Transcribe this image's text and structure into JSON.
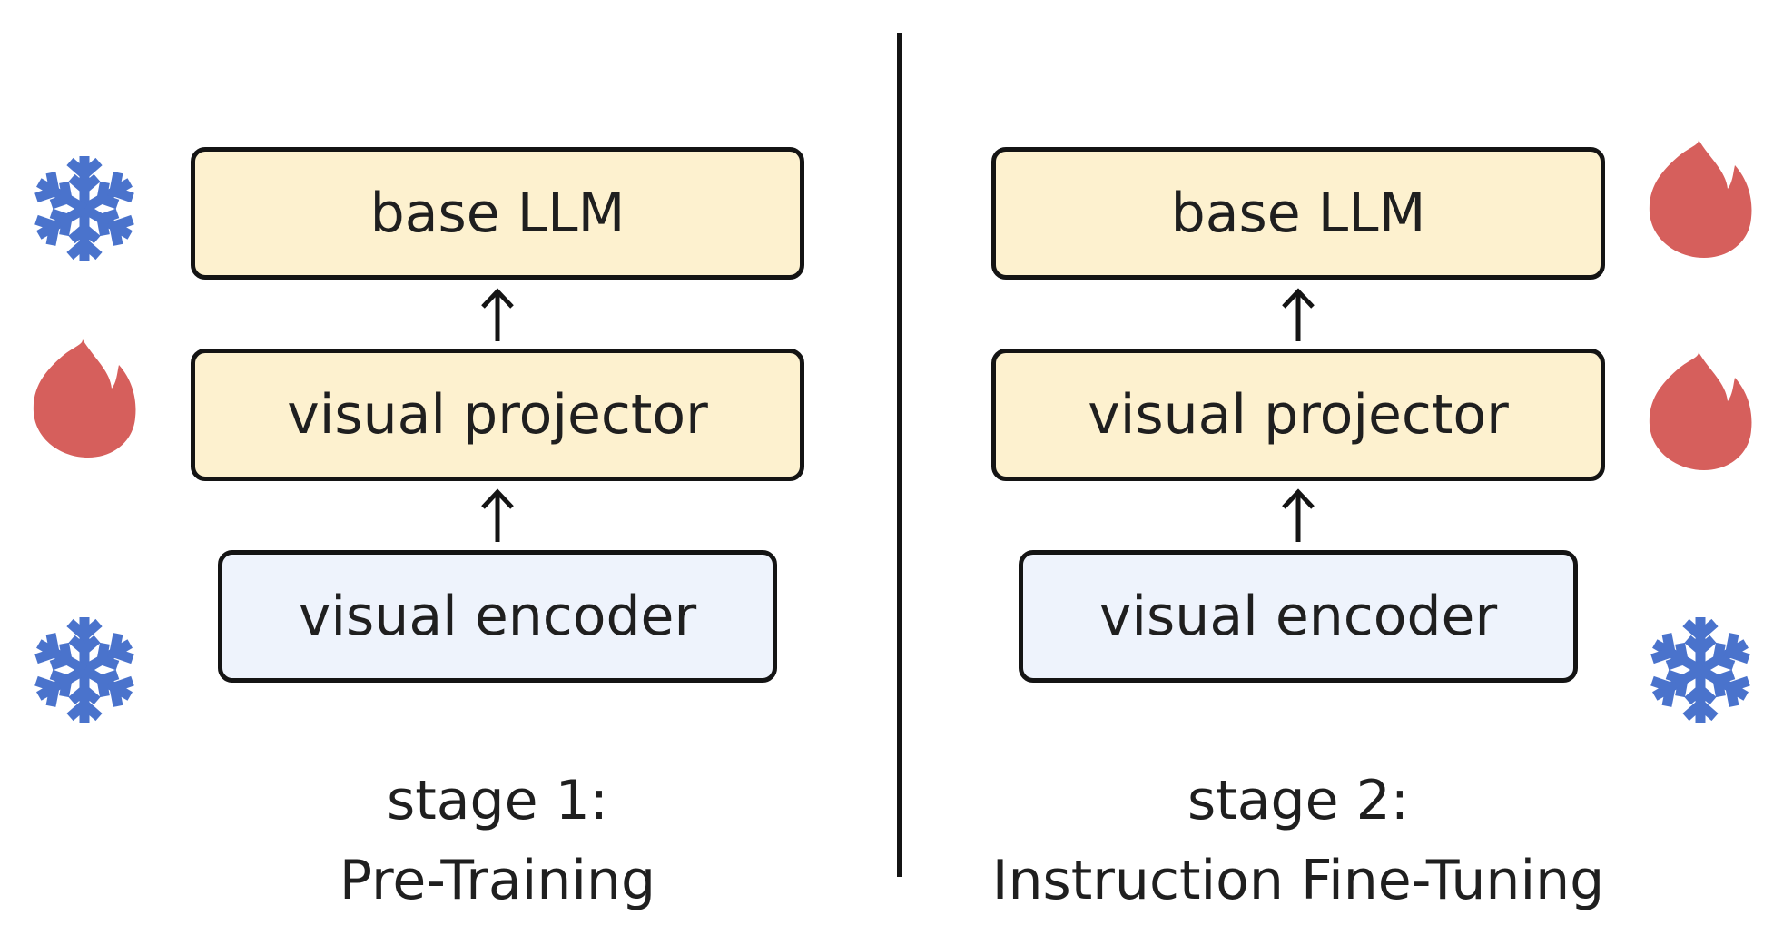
{
  "diagram": {
    "stages": [
      {
        "caption_line1": "stage 1:",
        "caption_line2": "Pre-Training",
        "modules": {
          "llm": {
            "label": "base LLM",
            "status_icon": "snowflake-icon"
          },
          "projector": {
            "label": "visual projector",
            "status_icon": "flame-icon"
          },
          "encoder": {
            "label": "visual encoder",
            "status_icon": "snowflake-icon"
          }
        }
      },
      {
        "caption_line1": "stage 2:",
        "caption_line2": "Instruction Fine-Tuning",
        "modules": {
          "llm": {
            "label": "base LLM",
            "status_icon": "flame-icon"
          },
          "projector": {
            "label": "visual projector",
            "status_icon": "flame-icon"
          },
          "encoder": {
            "label": "visual encoder",
            "status_icon": "snowflake-icon"
          }
        }
      }
    ],
    "colors": {
      "frozen_icon": "#4a73cc",
      "trainable_icon": "#d65f5c",
      "trainable_box_fill": "#fdf1cf",
      "encoder_box_fill": "#eef3fc",
      "outline": "#141414"
    }
  }
}
